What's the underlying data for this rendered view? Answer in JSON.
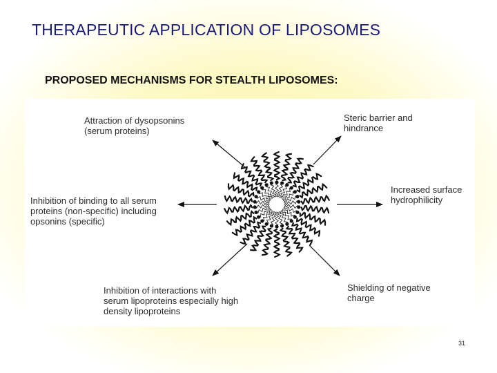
{
  "slide": {
    "title": "THERAPEUTIC APPLICATION OF LIPOSOMES",
    "subtitle": "PROPOSED MECHANISMS FOR STEALTH LIPOSOMES:",
    "page_number": "31"
  },
  "diagram": {
    "labels": {
      "top_left": [
        "Attraction of dysopsonins",
        "(serum proteins)"
      ],
      "top_right": [
        "Steric barrier and",
        "hindrance"
      ],
      "left": [
        "Inhibition of binding to all serum",
        "proteins (non-specific) including",
        "opsonins (specific)"
      ],
      "right": [
        "Increased surface",
        "hydrophilicity"
      ],
      "bottom_left": [
        "Inhibition of interactions with",
        "serum lipoproteins especially high",
        "density lipoproteins"
      ],
      "bottom_right": [
        "Shielding of negative",
        "charge"
      ]
    }
  }
}
